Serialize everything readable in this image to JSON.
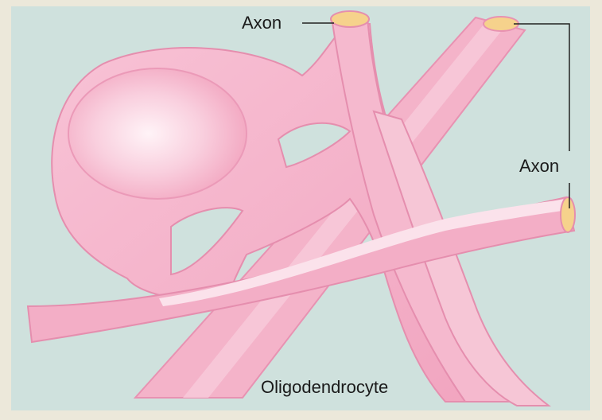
{
  "labels": {
    "axon_top": "Axon",
    "axon_right": "Axon",
    "caption": "Oligodendrocyte"
  },
  "colors": {
    "background": "#cfe1dd",
    "frame": "#ece8da",
    "cell_body": "#f5b4cb",
    "cell_highlight": "#fde3ec",
    "cell_shadow": "#e58eae",
    "axon_core": "#f6d28c",
    "leader_line": "#222222"
  }
}
